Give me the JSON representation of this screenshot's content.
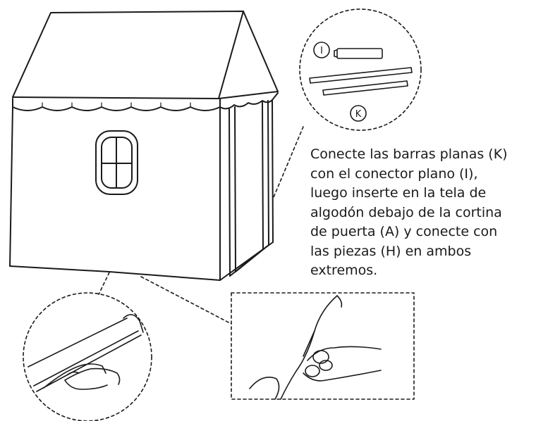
{
  "figure": {
    "instruction_text": "Conecte las barras planas (K)\ncon el conector plano (I),\nluego inserte en la tela de\nalgodón debajo de la cortina\nde puerta (A) y conecte con\nlas piezas (H) en ambos\nextremos.",
    "labels": {
      "connector": "I",
      "flat_bars": "K"
    },
    "colors": {
      "line": "#1a1a1a",
      "background": "#ffffff"
    }
  }
}
